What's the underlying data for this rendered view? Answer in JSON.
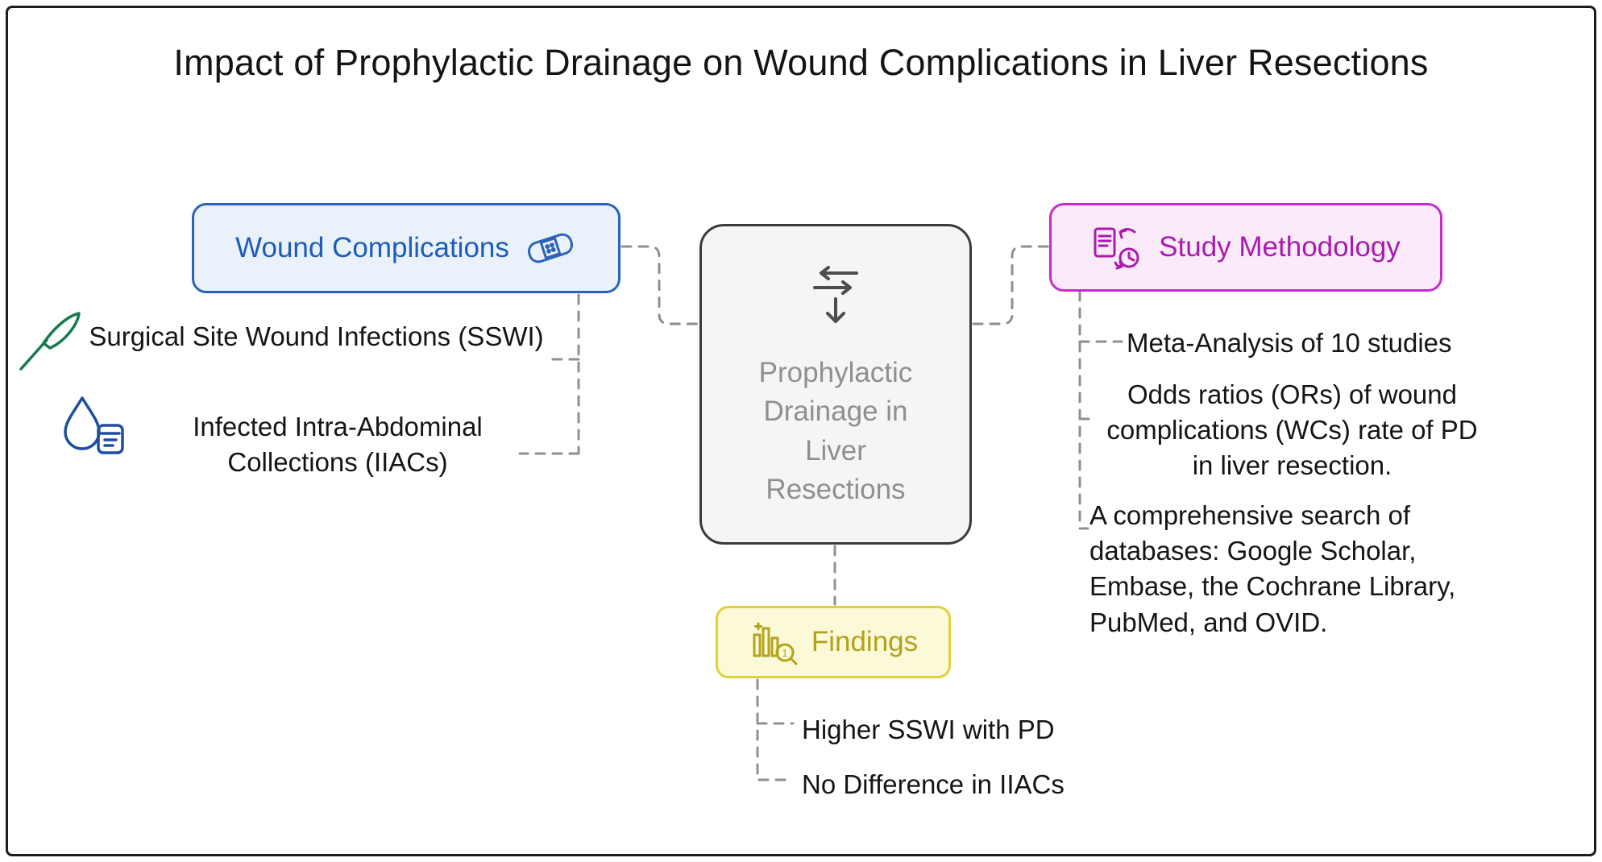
{
  "title": "Impact of Prophylactic Drainage on Wound Complications in Liver Resections",
  "center_node": {
    "label": "Prophylactic Drainage in Liver Resections"
  },
  "wound_node": {
    "label": "Wound Complications",
    "items": [
      "Surgical Site Wound Infections (SSWI)",
      "Infected Intra-Abdominal Collections (IIACs)"
    ]
  },
  "methodology_node": {
    "label": "Study Methodology",
    "items": [
      "Meta-Analysis of 10 studies",
      "Odds ratios (ORs) of wound complications (WCs) rate of PD in liver resection.",
      "A comprehensive search of databases: Google Scholar, Embase, the Cochrane Library, PubMed, and OVID."
    ]
  },
  "findings_node": {
    "label": "Findings",
    "badge": "1",
    "items": [
      "Higher SSWI with PD",
      "No Difference in IIACs"
    ]
  },
  "colors": {
    "wound_accent": "#1d5cb8",
    "methodology_accent": "#a81cad",
    "findings_accent": "#b3a41b",
    "center_border": "#3a3a3a",
    "center_text": "#8f8f8f",
    "scalpel_icon": "#177a4d",
    "blood_icon": "#1d4f9e",
    "connector": "#8f8f8f"
  }
}
